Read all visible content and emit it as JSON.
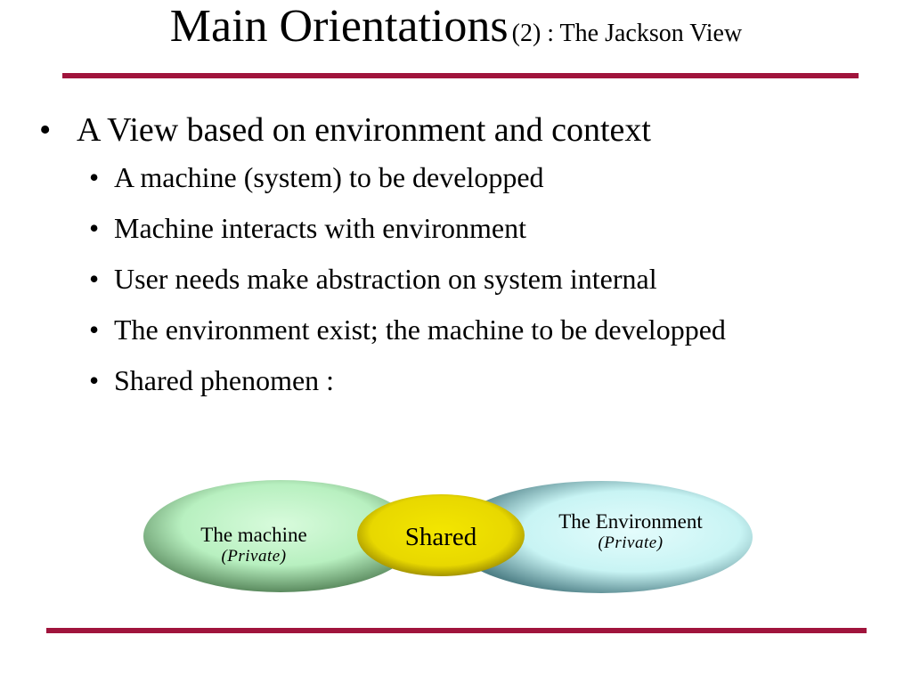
{
  "slide": {
    "title_main": "Main Orientations",
    "title_sub": "(2) : The Jackson View",
    "bullets": {
      "level1": "A View based on environment and context",
      "items": [
        "A machine (system) to be developped",
        "Machine interacts with environment",
        "User needs make abstraction on system internal",
        "The environment exist; the machine to be developped",
        "Shared phenomen :"
      ]
    },
    "diagram": {
      "machine_label": "The machine",
      "machine_sub": "(Private)",
      "env_label": "The Environment",
      "env_sub": "(Private)",
      "shared_label": "Shared",
      "colors": {
        "machine_fill": "#b8f0c0",
        "environment_fill": "#c8f4f4",
        "shared_fill": "#e8d800",
        "rule": "#a0143c"
      }
    }
  }
}
